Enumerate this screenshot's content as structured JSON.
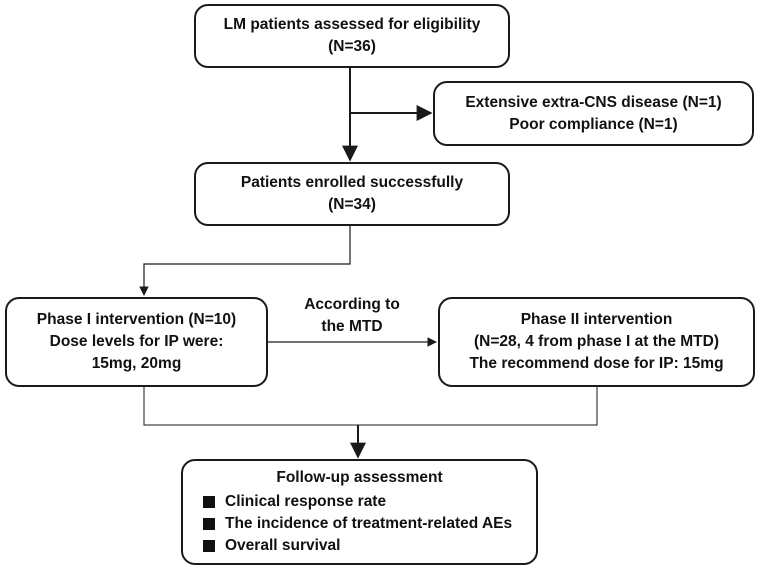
{
  "boxes": {
    "assessed": [
      "LM patients assessed for eligibility",
      "(N=36)"
    ],
    "excluded": [
      "Extensive extra-CNS disease (N=1)",
      "Poor compliance (N=1)"
    ],
    "enrolled": [
      "Patients enrolled successfully",
      "(N=34)"
    ],
    "phase1": [
      "Phase I intervention (N=10)",
      "Dose levels for IP were:",
      "15mg, 20mg"
    ],
    "phase2": [
      "Phase II intervention",
      "(N=28, 4 from phase I at the MTD)",
      "The recommend dose for IP: 15mg"
    ],
    "followup": {
      "title": "Follow-up assessment",
      "items": [
        "Clinical response rate",
        "The incidence of treatment-related AEs",
        "Overall survival"
      ]
    }
  },
  "arrow_label": [
    "According to",
    "the MTD"
  ]
}
